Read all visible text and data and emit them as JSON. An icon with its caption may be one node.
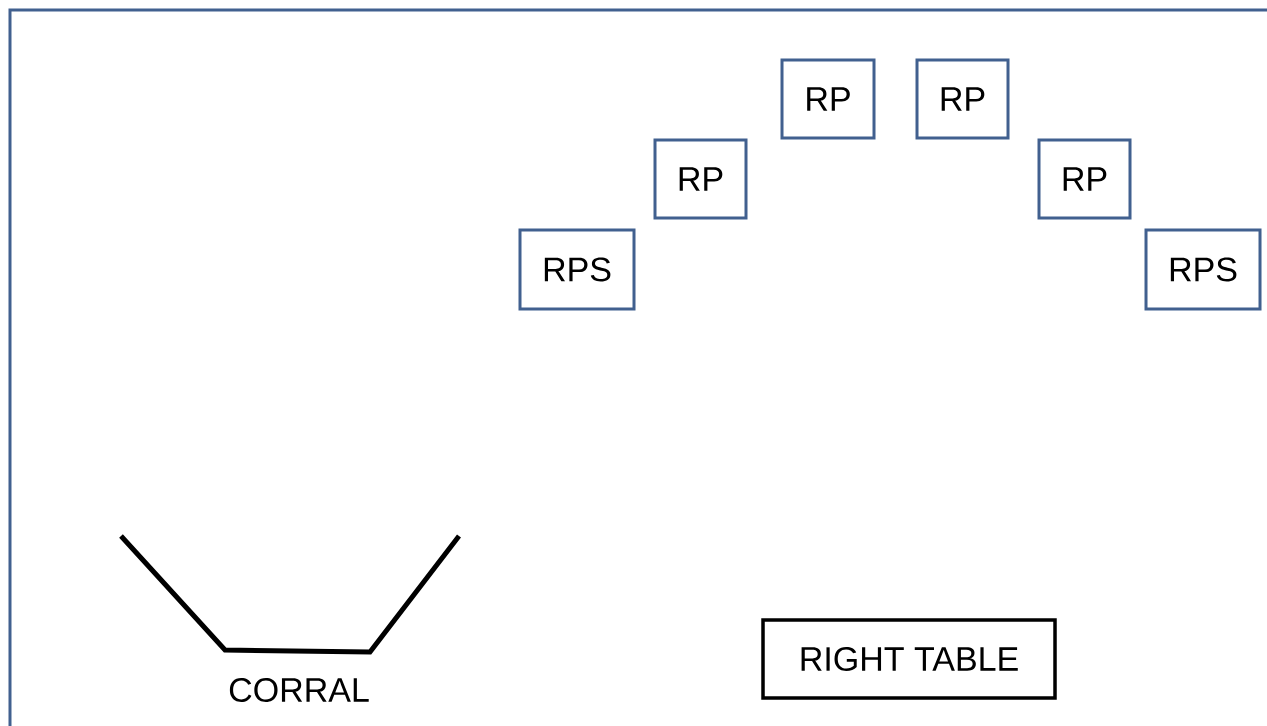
{
  "diagram": {
    "nodes": [
      {
        "text": [
          "RPS"
        ]
      },
      {
        "text": [
          "RP"
        ]
      },
      {
        "text": [
          "RP"
        ]
      },
      {
        "text": [
          "RP"
        ]
      },
      {
        "text": [
          "RP"
        ]
      },
      {
        "text": [
          "RPS"
        ]
      },
      {
        "text": [
          "RIGHT TABLE"
        ]
      }
    ],
    "labels": [
      "CORRAL"
    ]
  }
}
